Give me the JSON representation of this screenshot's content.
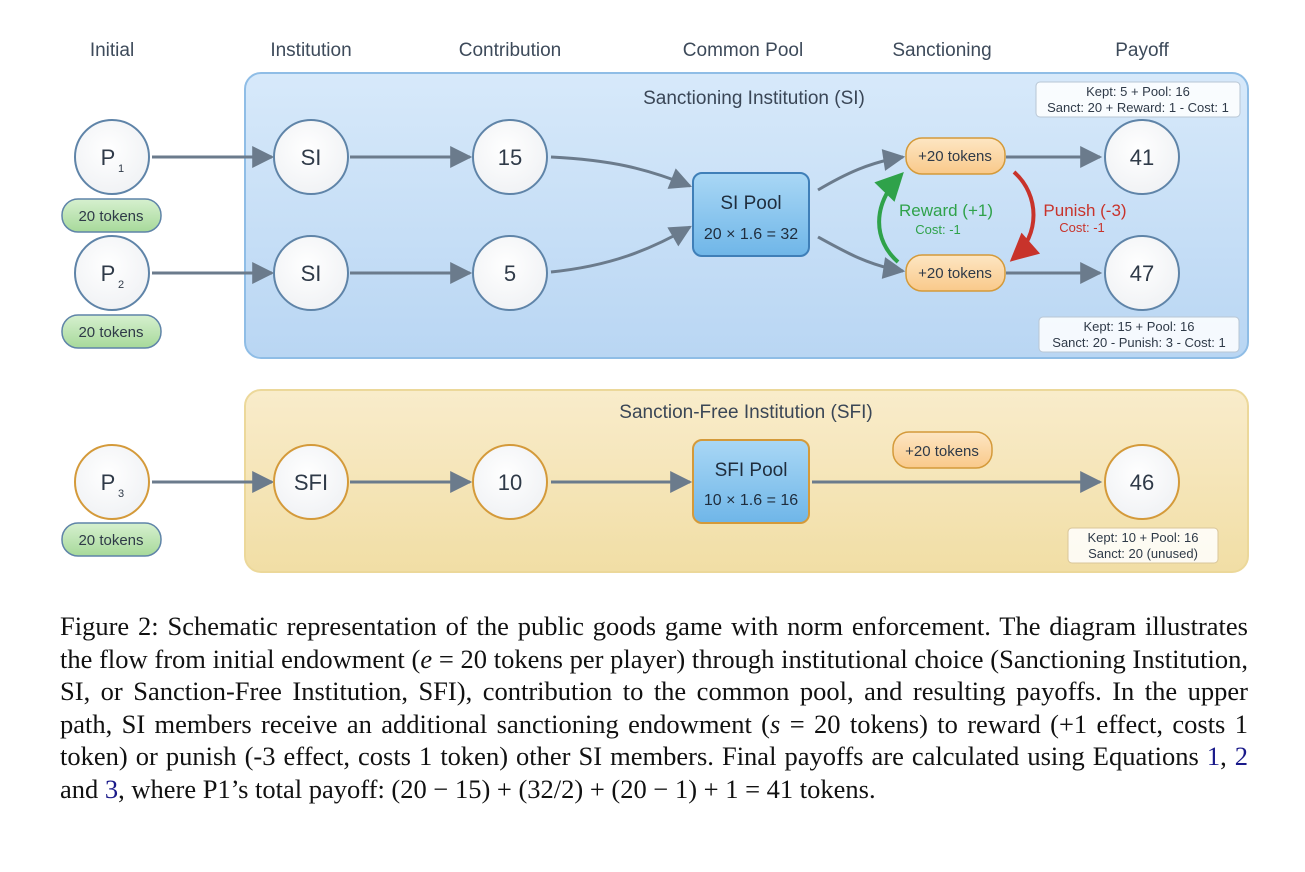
{
  "columns": [
    "Initial",
    "Institution",
    "Contribution",
    "Common Pool",
    "Sanctioning",
    "Payoff"
  ],
  "si_panel": {
    "title": "Sanctioning Institution (SI)",
    "players": [
      {
        "name": "P",
        "sub": "1",
        "tokens": "20 tokens",
        "institution": "SI",
        "contribution": "15",
        "sanction_tokens": "+20 tokens",
        "payoff": "41",
        "note": [
          "Kept: 5 + Pool: 16",
          "Sanct: 20 + Reward: 1 - Cost: 1"
        ]
      },
      {
        "name": "P",
        "sub": "2",
        "tokens": "20 tokens",
        "institution": "SI",
        "contribution": "5",
        "sanction_tokens": "+20 tokens",
        "payoff": "47",
        "note": [
          "Kept: 15 + Pool: 16",
          "Sanct: 20 - Punish: 3 - Cost: 1"
        ]
      }
    ],
    "pool": {
      "label": "SI Pool",
      "calc": "20 × 1.6 = 32"
    },
    "reward": {
      "label": "Reward (+1)",
      "cost": "Cost: -1"
    },
    "punish": {
      "label": "Punish (-3)",
      "cost": "Cost: -1"
    }
  },
  "sfi_panel": {
    "title": "Sanction-Free Institution (SFI)",
    "player": {
      "name": "P",
      "sub": "3",
      "tokens": "20 tokens",
      "institution": "SFI",
      "contribution": "10",
      "sanction_tokens": "+20 tokens",
      "payoff": "46",
      "note": [
        "Kept: 10 + Pool: 16",
        "Sanct: 20 (unused)"
      ]
    },
    "pool": {
      "label": "SFI Pool",
      "calc": "10 × 1.6 = 16"
    }
  },
  "caption": {
    "p1": "Figure 2: Schematic representation of the public goods game with norm enforcement. The diagram illustrates the flow from initial endowment (",
    "e_var": "e",
    "p2": " = 20 tokens per player) through institutional choice (Sanctioning Institution, SI, or Sanction-Free Institution, SFI), contribution to the common pool, and resulting payoffs. In the upper path, SI members receive an additional sanctioning endowment (",
    "s_var": "s",
    "p3": " = 20 tokens) to reward (+1 effect, costs 1 token) or punish (-3 effect, costs 1 token) other SI members. Final payoffs are calculated using Equations ",
    "ref1": "1",
    "sep1": ", ",
    "ref2": "2",
    "sep2": " and ",
    "ref3": "3",
    "p4": ", where P1’s total payoff: (20 − 15) + (32/2) + (20 − 1) + 1 = 41 tokens."
  },
  "colors": {
    "si_panel": "#cfe3f7",
    "sfi_panel": "#f6e6b8",
    "arrow": "#6b7b8c",
    "reward": "#2fa24a",
    "punish": "#c8332b",
    "token_box": "#fcd9a8",
    "endowment": "#bfe3b5",
    "pool": "#7fc0ec"
  }
}
